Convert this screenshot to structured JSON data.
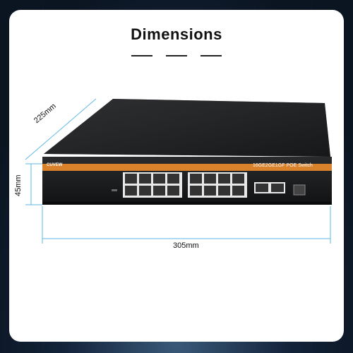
{
  "page": {
    "title": "Dimensions"
  },
  "dimensions": {
    "depth": "225mm",
    "height": "45mm",
    "width": "305mm"
  },
  "product": {
    "brand": "CUVEW",
    "model_label": "16GE2GE1GF POE Switch"
  },
  "colors": {
    "accent_line": "#5bb8e6",
    "front_stripe": "#d9822b",
    "chassis": "#1c1d1f"
  }
}
